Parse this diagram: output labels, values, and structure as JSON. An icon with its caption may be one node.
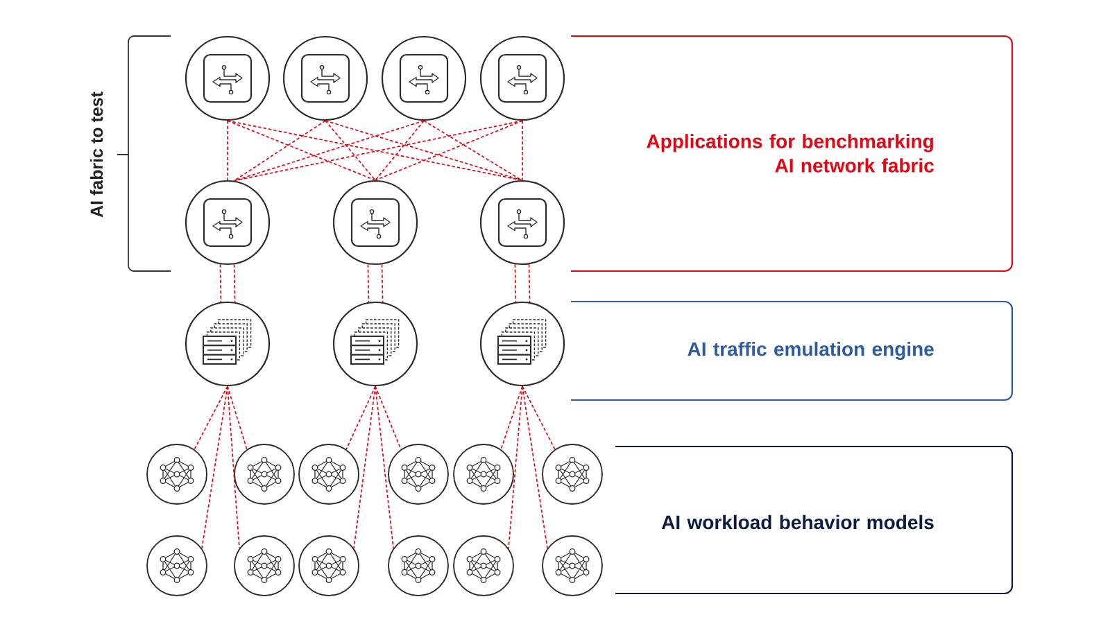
{
  "diagram": {
    "nodes": [
      {
        "text": [],
        "shape": "circle"
      },
      {
        "text": [],
        "shape": "circle"
      },
      {
        "text": [],
        "shape": "circle"
      },
      {
        "text": [],
        "shape": "circle"
      },
      {
        "text": [
          "Applications for benchmarking AI network fabric"
        ]
      },
      {
        "text": [],
        "shape": "circle"
      },
      {
        "text": [],
        "shape": "circle"
      },
      {
        "text": [],
        "shape": "circle"
      },
      {
        "text": [],
        "shape": "circle"
      },
      {
        "text": [],
        "shape": "circle"
      },
      {
        "text": [],
        "shape": "circle"
      },
      {
        "text": [
          "AI traffic emulation engine"
        ]
      },
      {
        "text": [],
        "shape": "circle"
      },
      {
        "text": [],
        "shape": "circle"
      },
      {
        "text": [],
        "shape": "circle"
      },
      {
        "text": [],
        "shape": "circle"
      },
      {
        "text": [],
        "shape": "circle"
      },
      {
        "text": [],
        "shape": "circle"
      },
      {
        "text": [
          "AI workload behavior models"
        ]
      },
      {
        "text": [],
        "shape": "circle"
      },
      {
        "text": [],
        "shape": "circle"
      },
      {
        "text": [],
        "shape": "circle"
      },
      {
        "text": [],
        "shape": "circle"
      },
      {
        "text": [],
        "shape": "circle"
      },
      {
        "text": [],
        "shape": "circle"
      }
    ],
    "edges": [
      {
        "from": 0,
        "to": 5,
        "arrow": "none",
        "style": "dashed",
        "color": "#e30613"
      },
      {
        "from": 0,
        "to": 6,
        "arrow": "none",
        "style": "dashed",
        "color": "#e30613"
      },
      {
        "from": 0,
        "to": 7,
        "arrow": "none",
        "style": "dashed",
        "color": "#e30613"
      },
      {
        "from": 1,
        "to": 5,
        "arrow": "none",
        "style": "dashed",
        "color": "#e30613"
      },
      {
        "from": 1,
        "to": 6,
        "arrow": "none",
        "style": "dashed",
        "color": "#e30613"
      },
      {
        "from": 1,
        "to": 7,
        "arrow": "none",
        "style": "dashed",
        "color": "#e30613"
      },
      {
        "from": 2,
        "to": 5,
        "arrow": "none",
        "style": "dashed",
        "color": "#e30613"
      },
      {
        "from": 2,
        "to": 6,
        "arrow": "none",
        "style": "dashed",
        "color": "#e30613"
      },
      {
        "from": 2,
        "to": 7,
        "arrow": "none",
        "style": "dashed",
        "color": "#e30613"
      },
      {
        "from": 3,
        "to": 5,
        "arrow": "none",
        "style": "dashed",
        "color": "#e30613"
      },
      {
        "from": 3,
        "to": 6,
        "arrow": "none",
        "style": "dashed",
        "color": "#e30613"
      },
      {
        "from": 3,
        "to": 7,
        "arrow": "none",
        "style": "dashed",
        "color": "#e30613"
      },
      {
        "from": 5,
        "to": 8,
        "arrow": "none",
        "style": "dashed",
        "color": "#e30613"
      },
      {
        "from": 5,
        "to": 8,
        "arrow": "none",
        "style": "dashed",
        "color": "#e30613"
      },
      {
        "from": 6,
        "to": 9,
        "arrow": "none",
        "style": "dashed",
        "color": "#e30613"
      },
      {
        "from": 6,
        "to": 9,
        "arrow": "none",
        "style": "dashed",
        "color": "#e30613"
      },
      {
        "from": 7,
        "to": 10,
        "arrow": "none",
        "style": "dashed",
        "color": "#e30613"
      },
      {
        "from": 7,
        "to": 10,
        "arrow": "none",
        "style": "dashed",
        "color": "#e30613"
      },
      {
        "from": 8,
        "to": 12,
        "arrow": "none",
        "style": "dashed",
        "color": "#e30613"
      },
      {
        "from": 8,
        "to": 13,
        "arrow": "none",
        "style": "dashed",
        "color": "#e30613"
      },
      {
        "from": 8,
        "to": 19,
        "arrow": "none",
        "style": "dashed",
        "color": "#e30613"
      },
      {
        "from": 8,
        "to": 20,
        "arrow": "none",
        "style": "dashed",
        "color": "#e30613"
      },
      {
        "from": 9,
        "to": 14,
        "arrow": "none",
        "style": "dashed",
        "color": "#e30613"
      },
      {
        "from": 9,
        "to": 15,
        "arrow": "none",
        "style": "dashed",
        "color": "#e30613"
      },
      {
        "from": 9,
        "to": 21,
        "arrow": "none",
        "style": "dashed",
        "color": "#e30613"
      },
      {
        "from": 9,
        "to": 22,
        "arrow": "none",
        "style": "dashed",
        "color": "#e30613"
      },
      {
        "from": 10,
        "to": 16,
        "arrow": "none",
        "style": "dashed",
        "color": "#e30613"
      },
      {
        "from": 10,
        "to": 17,
        "arrow": "none",
        "style": "dashed",
        "color": "#e30613"
      },
      {
        "from": 10,
        "to": 23,
        "arrow": "none",
        "style": "dashed",
        "color": "#e30613"
      },
      {
        "from": 10,
        "to": 24,
        "arrow": "none",
        "style": "dashed",
        "color": "#e30613"
      }
    ],
    "labels": [
      "AI fabric to test"
    ]
  }
}
